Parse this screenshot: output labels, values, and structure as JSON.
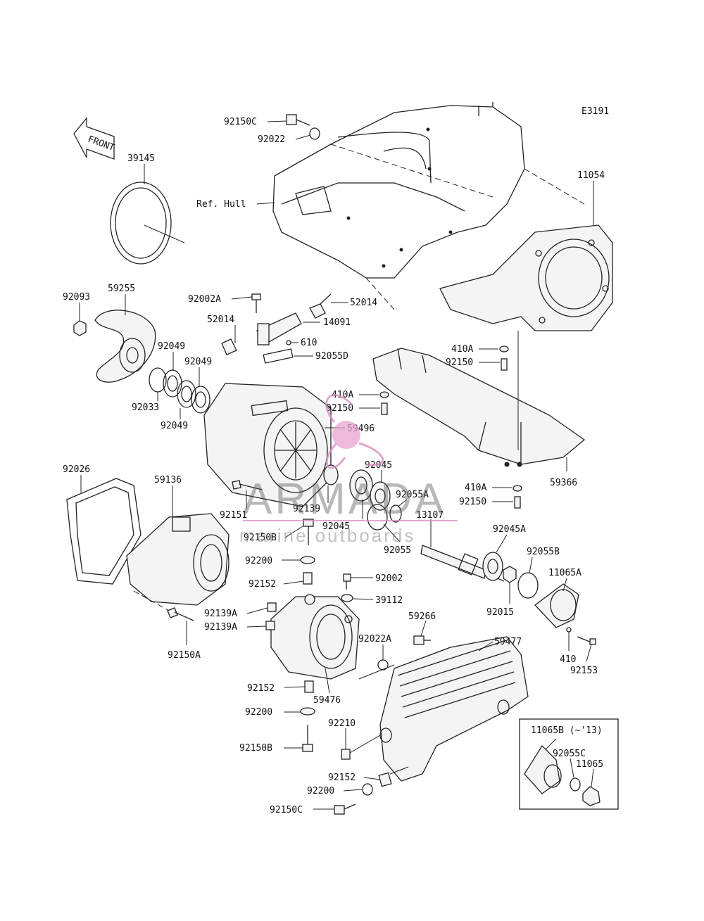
{
  "diagram_code": "E3191",
  "front_label": "FRONT",
  "watermark": {
    "brand": "ARMADA",
    "tagline": "marine outboards",
    "color": "#e0a0c8"
  },
  "labels": [
    {
      "id": "92150C_top",
      "text": "92150C"
    },
    {
      "id": "92022",
      "text": "92022"
    },
    {
      "id": "39145",
      "text": "39145"
    },
    {
      "id": "ref_hull",
      "text": "Ref. Hull"
    },
    {
      "id": "11054",
      "text": "11054"
    },
    {
      "id": "92093",
      "text": "92093"
    },
    {
      "id": "59255",
      "text": "59255"
    },
    {
      "id": "92002A",
      "text": "92002A"
    },
    {
      "id": "52014_r",
      "text": "52014"
    },
    {
      "id": "52014_l",
      "text": "52014"
    },
    {
      "id": "14091",
      "text": "14091"
    },
    {
      "id": "610",
      "text": "610"
    },
    {
      "id": "92055D",
      "text": "92055D"
    },
    {
      "id": "92049_a",
      "text": "92049"
    },
    {
      "id": "92049_b",
      "text": "92049"
    },
    {
      "id": "92033",
      "text": "92033"
    },
    {
      "id": "92049_c",
      "text": "92049"
    },
    {
      "id": "410A_1",
      "text": "410A"
    },
    {
      "id": "92150_1",
      "text": "92150"
    },
    {
      "id": "410A_2",
      "text": "410A"
    },
    {
      "id": "92150_2",
      "text": "92150"
    },
    {
      "id": "59496",
      "text": "59496"
    },
    {
      "id": "92045_a",
      "text": "92045"
    },
    {
      "id": "92026",
      "text": "92026"
    },
    {
      "id": "59136",
      "text": "59136"
    },
    {
      "id": "59366",
      "text": "59366"
    },
    {
      "id": "410A_3",
      "text": "410A"
    },
    {
      "id": "92150_3",
      "text": "92150"
    },
    {
      "id": "92151",
      "text": "92151"
    },
    {
      "id": "92139",
      "text": "92139"
    },
    {
      "id": "92055A",
      "text": "92055A"
    },
    {
      "id": "13107",
      "text": "13107"
    },
    {
      "id": "92045_b",
      "text": "92045"
    },
    {
      "id": "92150B_a",
      "text": "92150B"
    },
    {
      "id": "92055",
      "text": "92055"
    },
    {
      "id": "92045A",
      "text": "92045A"
    },
    {
      "id": "92055B",
      "text": "92055B"
    },
    {
      "id": "92200_a",
      "text": "92200"
    },
    {
      "id": "11065A",
      "text": "11065A"
    },
    {
      "id": "92152_a",
      "text": "92152"
    },
    {
      "id": "92002",
      "text": "92002"
    },
    {
      "id": "39112",
      "text": "39112"
    },
    {
      "id": "92015",
      "text": "92015"
    },
    {
      "id": "92139A_a",
      "text": "92139A"
    },
    {
      "id": "92139A_b",
      "text": "92139A"
    },
    {
      "id": "59266",
      "text": "59266"
    },
    {
      "id": "59477",
      "text": "59477"
    },
    {
      "id": "92150A",
      "text": "92150A"
    },
    {
      "id": "92022A",
      "text": "92022A"
    },
    {
      "id": "410",
      "text": "410"
    },
    {
      "id": "92153",
      "text": "92153"
    },
    {
      "id": "92152_b",
      "text": "92152"
    },
    {
      "id": "59476",
      "text": "59476"
    },
    {
      "id": "92200_b",
      "text": "92200"
    },
    {
      "id": "11065B",
      "text": "11065B (~'13)"
    },
    {
      "id": "92210",
      "text": "92210"
    },
    {
      "id": "92055C",
      "text": "92055C"
    },
    {
      "id": "11065",
      "text": "11065"
    },
    {
      "id": "92150B_b",
      "text": "92150B"
    },
    {
      "id": "92152_c",
      "text": "92152"
    },
    {
      "id": "92200_c",
      "text": "92200"
    },
    {
      "id": "92150C_bot",
      "text": "92150C"
    }
  ]
}
